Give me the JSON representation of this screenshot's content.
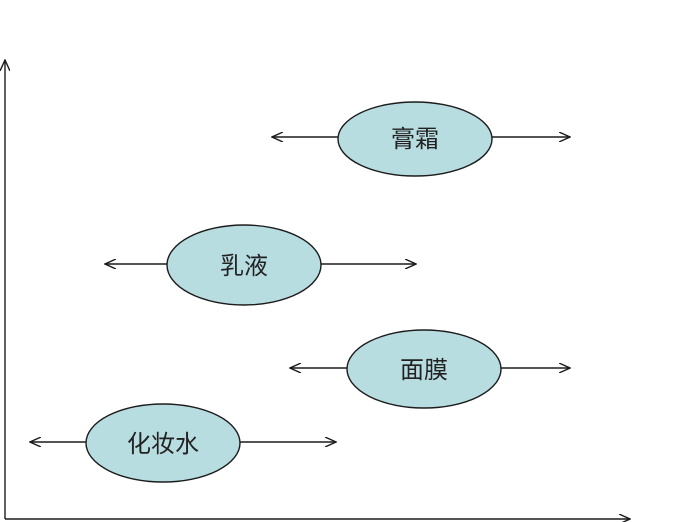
{
  "diagram": {
    "colors": {
      "node_fill": "#b8dde1",
      "node_stroke": "#1c1c1c",
      "line": "#1c1c1c"
    },
    "nodes": [
      {
        "label": "膏霜"
      },
      {
        "label": "乳液"
      },
      {
        "label": "面膜"
      },
      {
        "label": "化妆水"
      }
    ]
  }
}
